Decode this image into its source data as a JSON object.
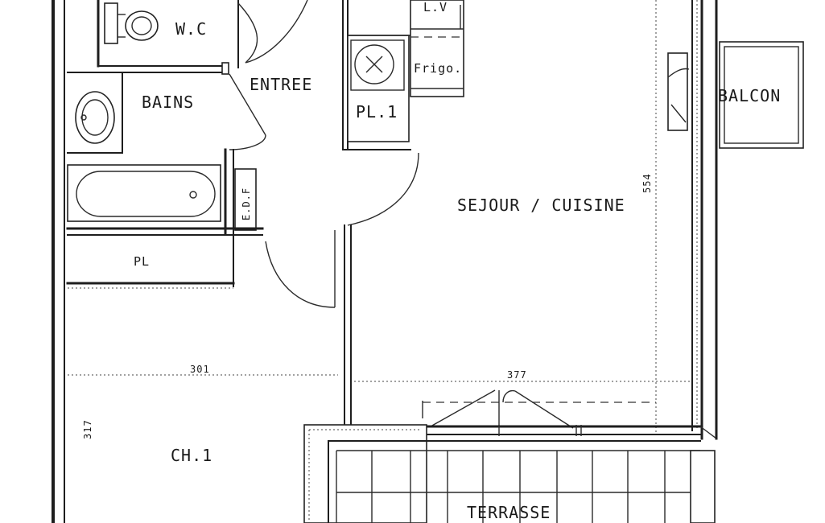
{
  "rooms": {
    "wc": "W.C",
    "entree": "ENTREE",
    "bains": "BAINS",
    "pl1": "PL.1",
    "pl": "PL",
    "edf": "E.D.F",
    "lv": "L.V",
    "frigo": "Frigo.",
    "balcon": "BALCON",
    "sejour": "SEJOUR / CUISINE",
    "chambre": "CH.1",
    "terrasse": "TERRASSE"
  },
  "dimensions": {
    "sejour_height": "554",
    "chambre_width": "301",
    "sejour_width": "377",
    "chambre_height": "317"
  }
}
